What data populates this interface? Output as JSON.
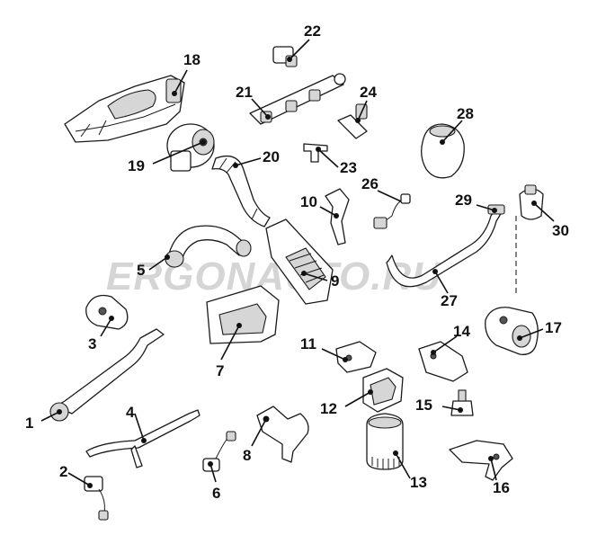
{
  "watermark": {
    "text": "ERGONAUTO.RU"
  },
  "callouts": [
    {
      "id": "1",
      "label": "1"
    },
    {
      "id": "2",
      "label": "2"
    },
    {
      "id": "3",
      "label": "3"
    },
    {
      "id": "4",
      "label": "4"
    },
    {
      "id": "5",
      "label": "5"
    },
    {
      "id": "6",
      "label": "6"
    },
    {
      "id": "7",
      "label": "7"
    },
    {
      "id": "8",
      "label": "8"
    },
    {
      "id": "9",
      "label": "9"
    },
    {
      "id": "10",
      "label": "10"
    },
    {
      "id": "11",
      "label": "11"
    },
    {
      "id": "12",
      "label": "12"
    },
    {
      "id": "13",
      "label": "13"
    },
    {
      "id": "14",
      "label": "14"
    },
    {
      "id": "15",
      "label": "15"
    },
    {
      "id": "16",
      "label": "16"
    },
    {
      "id": "17",
      "label": "17"
    },
    {
      "id": "18",
      "label": "18"
    },
    {
      "id": "19",
      "label": "19"
    },
    {
      "id": "20",
      "label": "20"
    },
    {
      "id": "21",
      "label": "21"
    },
    {
      "id": "22",
      "label": "22"
    },
    {
      "id": "23",
      "label": "23"
    },
    {
      "id": "24",
      "label": "24"
    },
    {
      "id": "26",
      "label": "26"
    },
    {
      "id": "27",
      "label": "27"
    },
    {
      "id": "28",
      "label": "28"
    },
    {
      "id": "29",
      "label": "29"
    },
    {
      "id": "30",
      "label": "30"
    }
  ]
}
